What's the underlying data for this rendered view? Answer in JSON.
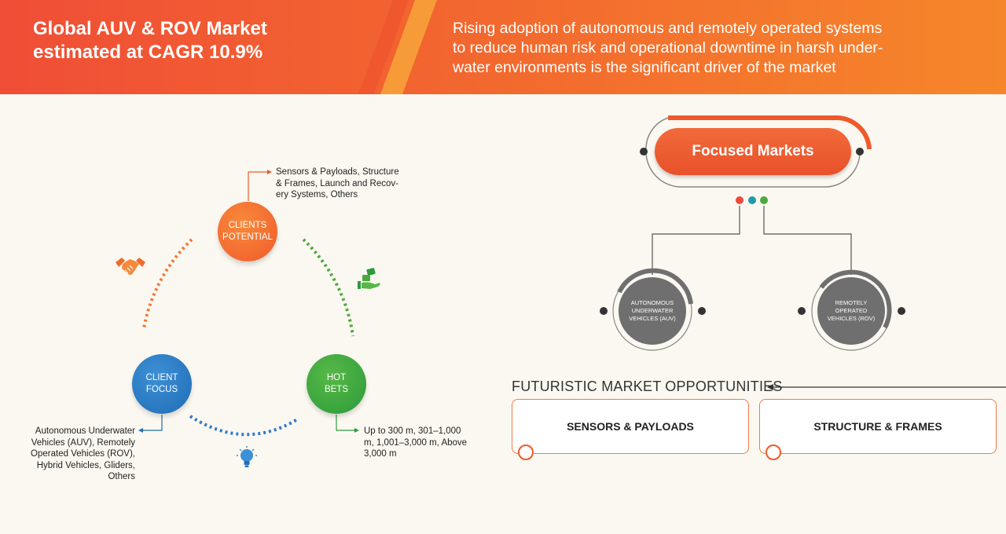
{
  "header": {
    "title_line1": "Global AUV & ROV Market",
    "title_line2": "estimated at CAGR 10.9%",
    "subtitle_line1": "Rising adoption of autonomous and remotely operated systems",
    "subtitle_line2": "to reduce human risk and operational downtime in harsh under-",
    "subtitle_line3": "water environments is the significant driver of the market"
  },
  "cycle": {
    "potential": {
      "label_line1": "CLIENTS",
      "label_line2": "POTENTIAL",
      "desc_line1": "Sensors & Payloads, Structure",
      "desc_line2": "& Frames, Launch and Recov-",
      "desc_line3": "ery Systems, Others"
    },
    "focus": {
      "label_line1": "CLIENT",
      "label_line2": "FOCUS",
      "desc_line1": "Autonomous Underwater",
      "desc_line2": "Vehicles (AUV), Remotely",
      "desc_line3": "Operated Vehicles (ROV),",
      "desc_line4": "Hybrid Vehicles, Gliders,",
      "desc_line5": "Others"
    },
    "hot": {
      "label_line1": "HOT",
      "label_line2": "BETS",
      "desc_line1": "Up to 300 m, 301–1,000",
      "desc_line2": "m, 1,001–3,000 m, Above",
      "desc_line3": "3,000 m"
    }
  },
  "focused_markets": {
    "title": "Focused Markets",
    "auv_line1": "AUTONOMOUS",
    "auv_line2": "UNDERWATER",
    "auv_line3": "VEHICLES (AUV)",
    "rov_line1": "REMOTELY",
    "rov_line2": "OPERATED",
    "rov_line3": "VEHICLES (ROV)"
  },
  "futuristic": {
    "title": "FUTURISTIC MARKET OPPORTUNITIES",
    "box1": "SENSORS & PAYLOADS",
    "box2": "STRUCTURE & FRAMES"
  },
  "colors": {
    "orange": "#ef5a2b",
    "blue": "#1f6db5",
    "green": "#2c9b3a",
    "gray": "#6f6f6f"
  }
}
